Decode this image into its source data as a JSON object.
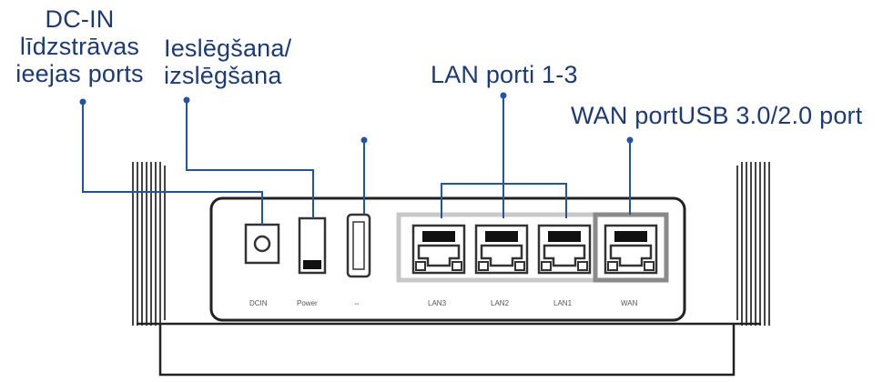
{
  "callouts": {
    "dcin": {
      "line1": "DC-IN",
      "line2": "līdzstrāvas",
      "line3": "ieejas ports"
    },
    "power": {
      "line1": "Ieslēgšana/",
      "line2": "izslēgšana"
    },
    "lan": {
      "text": "LAN porti 1-3"
    },
    "wan_usb": {
      "text": "WAN portUSB 3.0/2.0 port"
    }
  },
  "port_labels": {
    "dcin": "DCIN",
    "power": "Power",
    "usb": "⇔",
    "lan3": "LAN3",
    "lan2": "LAN2",
    "lan1": "LAN1",
    "wan": "WAN"
  },
  "colors": {
    "callout_text": "#1a3a7a",
    "leader_line": "#1e55a8",
    "device_outline": "#222222",
    "lan_group_border": "#c8c8c8",
    "wan_group_border": "#8a8a8a"
  }
}
